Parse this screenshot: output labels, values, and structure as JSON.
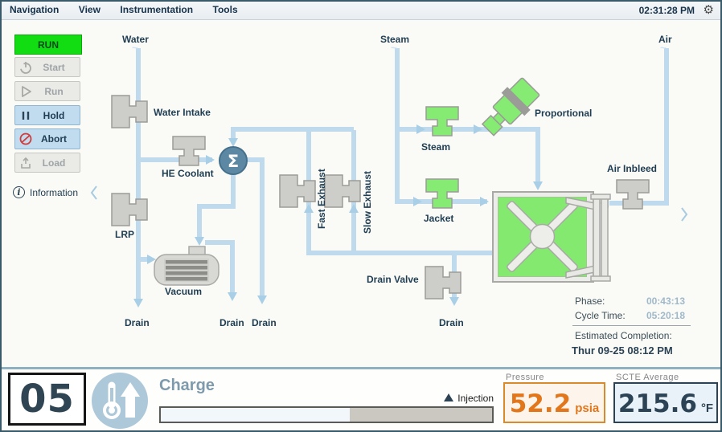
{
  "window": {
    "clock": "02:31:28 PM"
  },
  "menu": {
    "items": [
      "Navigation",
      "View",
      "Instrumentation",
      "Tools"
    ]
  },
  "controls": {
    "run_badge": "RUN",
    "buttons": [
      {
        "label": "Start",
        "state": "disabled"
      },
      {
        "label": "Run",
        "state": "disabled"
      },
      {
        "label": "Hold",
        "state": "active"
      },
      {
        "label": "Abort",
        "state": "active"
      },
      {
        "label": "Load",
        "state": "disabled"
      }
    ],
    "information_label": "Information"
  },
  "diagram": {
    "supplies": {
      "water": "Water",
      "steam": "Steam",
      "air": "Air"
    },
    "valves": {
      "water_intake": {
        "label": "Water Intake",
        "state": "closed"
      },
      "he_coolant": {
        "label": "HE Coolant",
        "state": "closed"
      },
      "lrp": {
        "label": "LRP",
        "state": "closed"
      },
      "fast_exhaust": {
        "label": "Fast Exhaust",
        "state": "closed"
      },
      "slow_exhaust": {
        "label": "Slow Exhaust",
        "state": "closed"
      },
      "steam": {
        "label": "Steam",
        "state": "open"
      },
      "proportional": {
        "label": "Proportional",
        "state": "open"
      },
      "jacket": {
        "label": "Jacket",
        "state": "open"
      },
      "air_inbleed": {
        "label": "Air Inbleed",
        "state": "closed"
      },
      "drain_valve": {
        "label": "Drain Valve",
        "state": "closed"
      }
    },
    "equipment": {
      "vacuum": "Vacuum"
    },
    "drains": [
      "Drain",
      "Drain",
      "Drain",
      "Drain"
    ]
  },
  "status": {
    "phase_label": "Phase:",
    "phase_value": "00:43:13",
    "cycle_label": "Cycle Time:",
    "cycle_value": "05:20:18",
    "completion_label": "Estimated Completion:",
    "completion_value": "Thur 09-25 08:12 PM"
  },
  "footer": {
    "step_number": "05",
    "phase_name": "Charge",
    "marker_label": "Injection",
    "progress_percent": 57,
    "pressure": {
      "label": "Pressure",
      "value": "52.2",
      "unit": "psia"
    },
    "scte": {
      "label": "SCTE Average",
      "value": "215.6",
      "unit": "°F"
    }
  },
  "colors": {
    "run_green": "#12DD12",
    "valve_open_green": "#86EB72",
    "valve_closed_gray": "#CDCDCA",
    "pipe_blue": "#BFDAEC",
    "hold_button_blue": "#C2DCEF",
    "pressure_orange": "#E2761B",
    "temperature_navy": "#2B4354"
  }
}
